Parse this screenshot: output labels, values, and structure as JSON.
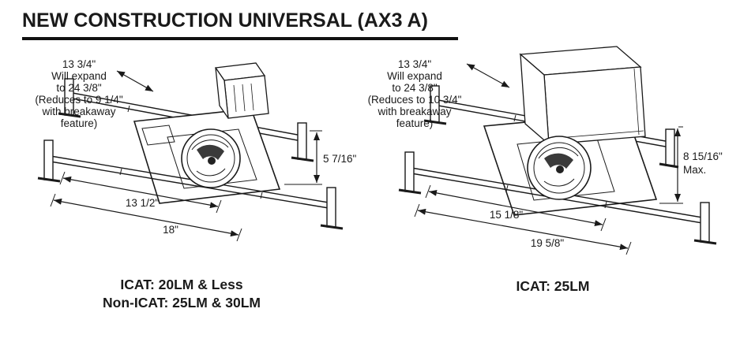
{
  "title": "NEW CONSTRUCTION UNIVERSAL (AX3 A)",
  "left_figure": {
    "note": [
      "13 3/4\"",
      "Will expand",
      "to 24 3/8\"",
      "(Reduces to 9 1/4\"",
      "with breakaway",
      "feature)"
    ],
    "dims": {
      "height": "5 7/16\"",
      "width_inner": "13 1/2\"",
      "width_outer": "18\""
    },
    "caption": [
      "ICAT: 20LM & Less",
      "Non-ICAT: 25LM & 30LM"
    ]
  },
  "right_figure": {
    "note": [
      "13 3/4\"",
      "Will expand",
      "to 24 3/8\"",
      "(Reduces to 10 3/4\"",
      "with breakaway",
      "feature)"
    ],
    "dims": {
      "height": "8 15/16\"",
      "height_note": "Max.",
      "width_inner": "15 1/8\"",
      "width_outer": "19 5/8\""
    },
    "caption": [
      "ICAT: 25LM"
    ]
  }
}
